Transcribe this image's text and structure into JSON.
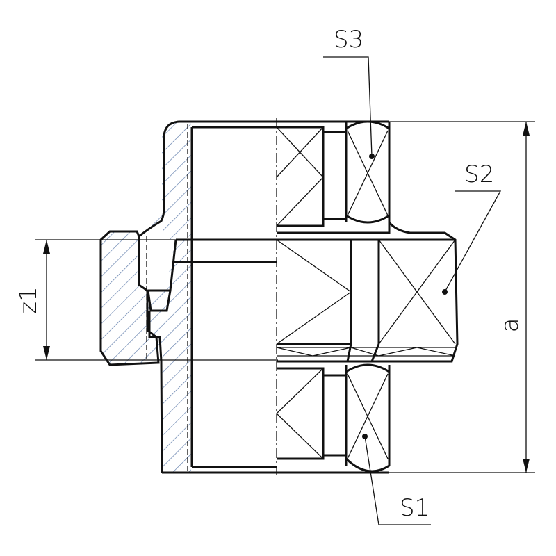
{
  "labels": {
    "s1": "S1",
    "s2": "S2",
    "s3": "S3",
    "z1": "z1",
    "a": "a"
  },
  "colors": {
    "line": "#111111",
    "hatch": "#5a78a8"
  }
}
